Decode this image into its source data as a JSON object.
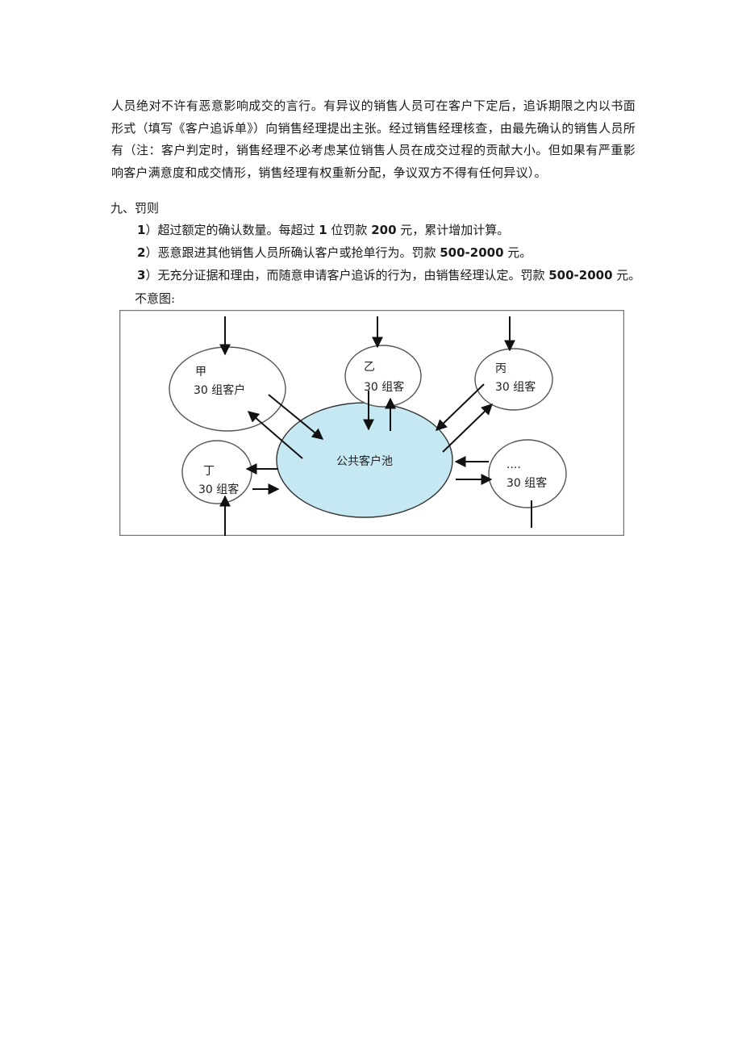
{
  "paragraph": "人员绝对不许有恶意影响成交的言行。有异议的销售人员可在客户下定后，追诉期限之内以书面形式（填写《客户追诉单》）向销售经理提出主张。经过销售经理核查，由最先确认的销售人员所有（注：客户判定时，销售经理不必考虑某位销售人员在成交过程的贡献大小。但如果有严重影响客户满意度和成交情形，销售经理有权重新分配，争议双方不得有任何异议）。",
  "section_title": "九、罚则",
  "rules": [
    {
      "num": "1",
      "pre": "）超过额定的确认数量。每超过 ",
      "b1": "1",
      "mid": " 位罚款 ",
      "b2": "200",
      "post": " 元，累计增加计算。"
    },
    {
      "num": "2",
      "pre": "）恶意跟进其他销售人员所确认客户或抢单行为。罚款 ",
      "b1": "500-2000",
      "post": " 元。"
    },
    {
      "num": "3",
      "pre": "）无充分证据和理由，而随意申请客户追诉的行为，由销售经理认定。罚款 ",
      "b1": "500-2000",
      "post": " 元。"
    }
  ],
  "diagram_caption": "不意图:",
  "diagram": {
    "pool_label": "公共客户池",
    "nodes": [
      {
        "name": "甲",
        "count": "30 组客户"
      },
      {
        "name": "乙",
        "count": "30 组客"
      },
      {
        "name": "丙",
        "count": "30 组客"
      },
      {
        "name": "丁",
        "count": "30 组客"
      },
      {
        "name": "....",
        "count": "30 组客"
      }
    ],
    "pool_color": "#c6e8f2"
  }
}
